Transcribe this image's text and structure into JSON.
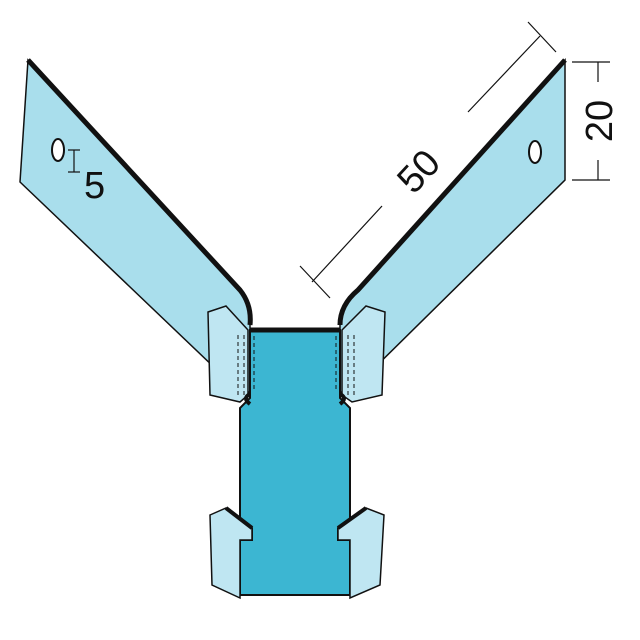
{
  "diagram": {
    "dimensions": {
      "arm_length": "50",
      "arm_width": "20",
      "hole_size": "5"
    },
    "colors": {
      "arm_fill": "#a9deec",
      "core_fill": "#3cb6d2",
      "flange_fill": "#bfe6f2",
      "outline": "#111111"
    }
  }
}
